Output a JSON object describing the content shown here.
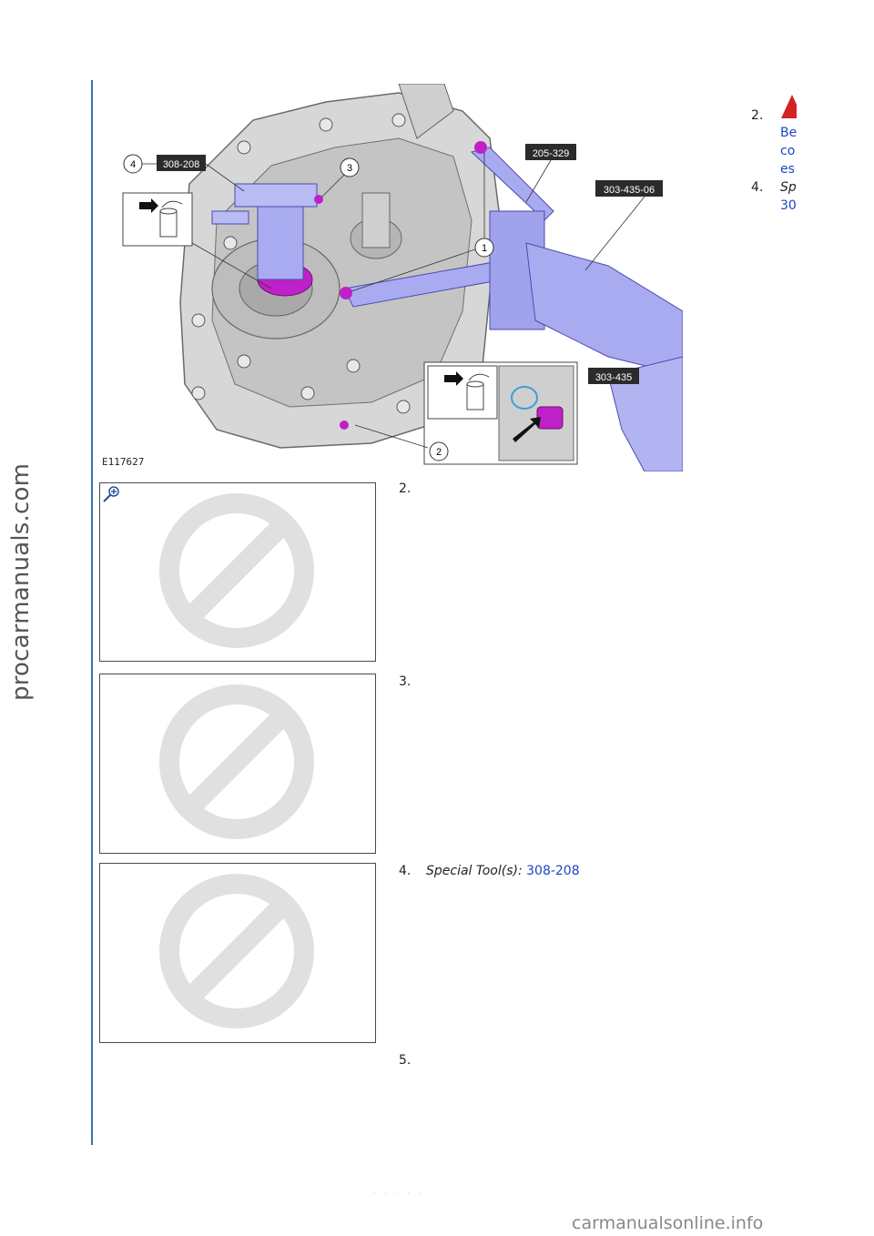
{
  "watermarks": {
    "side": "procarmanuals.com",
    "bottom": "carmanualsonline.info"
  },
  "figure": {
    "code": "E117627",
    "callouts": {
      "tool_308_208": "308-208",
      "tool_205_329": "205-329",
      "tool_303_435_06": "303-435-06",
      "tool_303_435": "303-435",
      "n1": "1",
      "n2": "2",
      "n3": "3",
      "n4": "4"
    }
  },
  "right_snippet": {
    "step2_num": "2.",
    "line1": "Be",
    "line2": "co",
    "line3": "es",
    "step4_num": "4.",
    "line4": "Sp",
    "line5": "30"
  },
  "steps": [
    {
      "number": "2.",
      "label": "",
      "link": ""
    },
    {
      "number": "3.",
      "label": "",
      "link": ""
    },
    {
      "number": "4.",
      "label": "Special Tool(s):",
      "link": "308-208"
    },
    {
      "number": "5.",
      "label": "",
      "link": ""
    }
  ],
  "footer_faint": "· · ·  · ·",
  "colors": {
    "rule": "#3b6fb6",
    "link": "#1f43c8",
    "tool_fill": "#a9abf0",
    "highlight": "#c020c8"
  },
  "icons": [
    "zoom-icon",
    "no-image-icon",
    "warning-icon",
    "waste-bin-icon",
    "arrow-icon"
  ]
}
